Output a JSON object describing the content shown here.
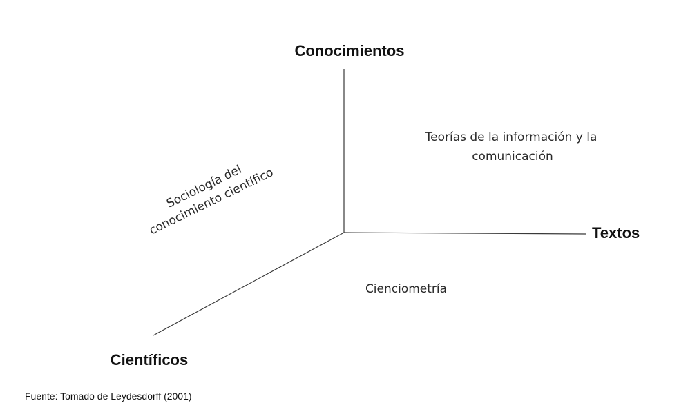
{
  "axes": {
    "vertical": "Conocimientos",
    "horizontal": "Textos",
    "diagonal": "Científicos"
  },
  "regions": {
    "top_right_line1": "Teorías de la información y la",
    "top_right_line2": "comunicación",
    "left_line1": "Sociología del",
    "left_line2": "conocimiento científico",
    "bottom": "Cienciometría"
  },
  "source": "Fuente: Tomado de Leydesdorff (2001)"
}
